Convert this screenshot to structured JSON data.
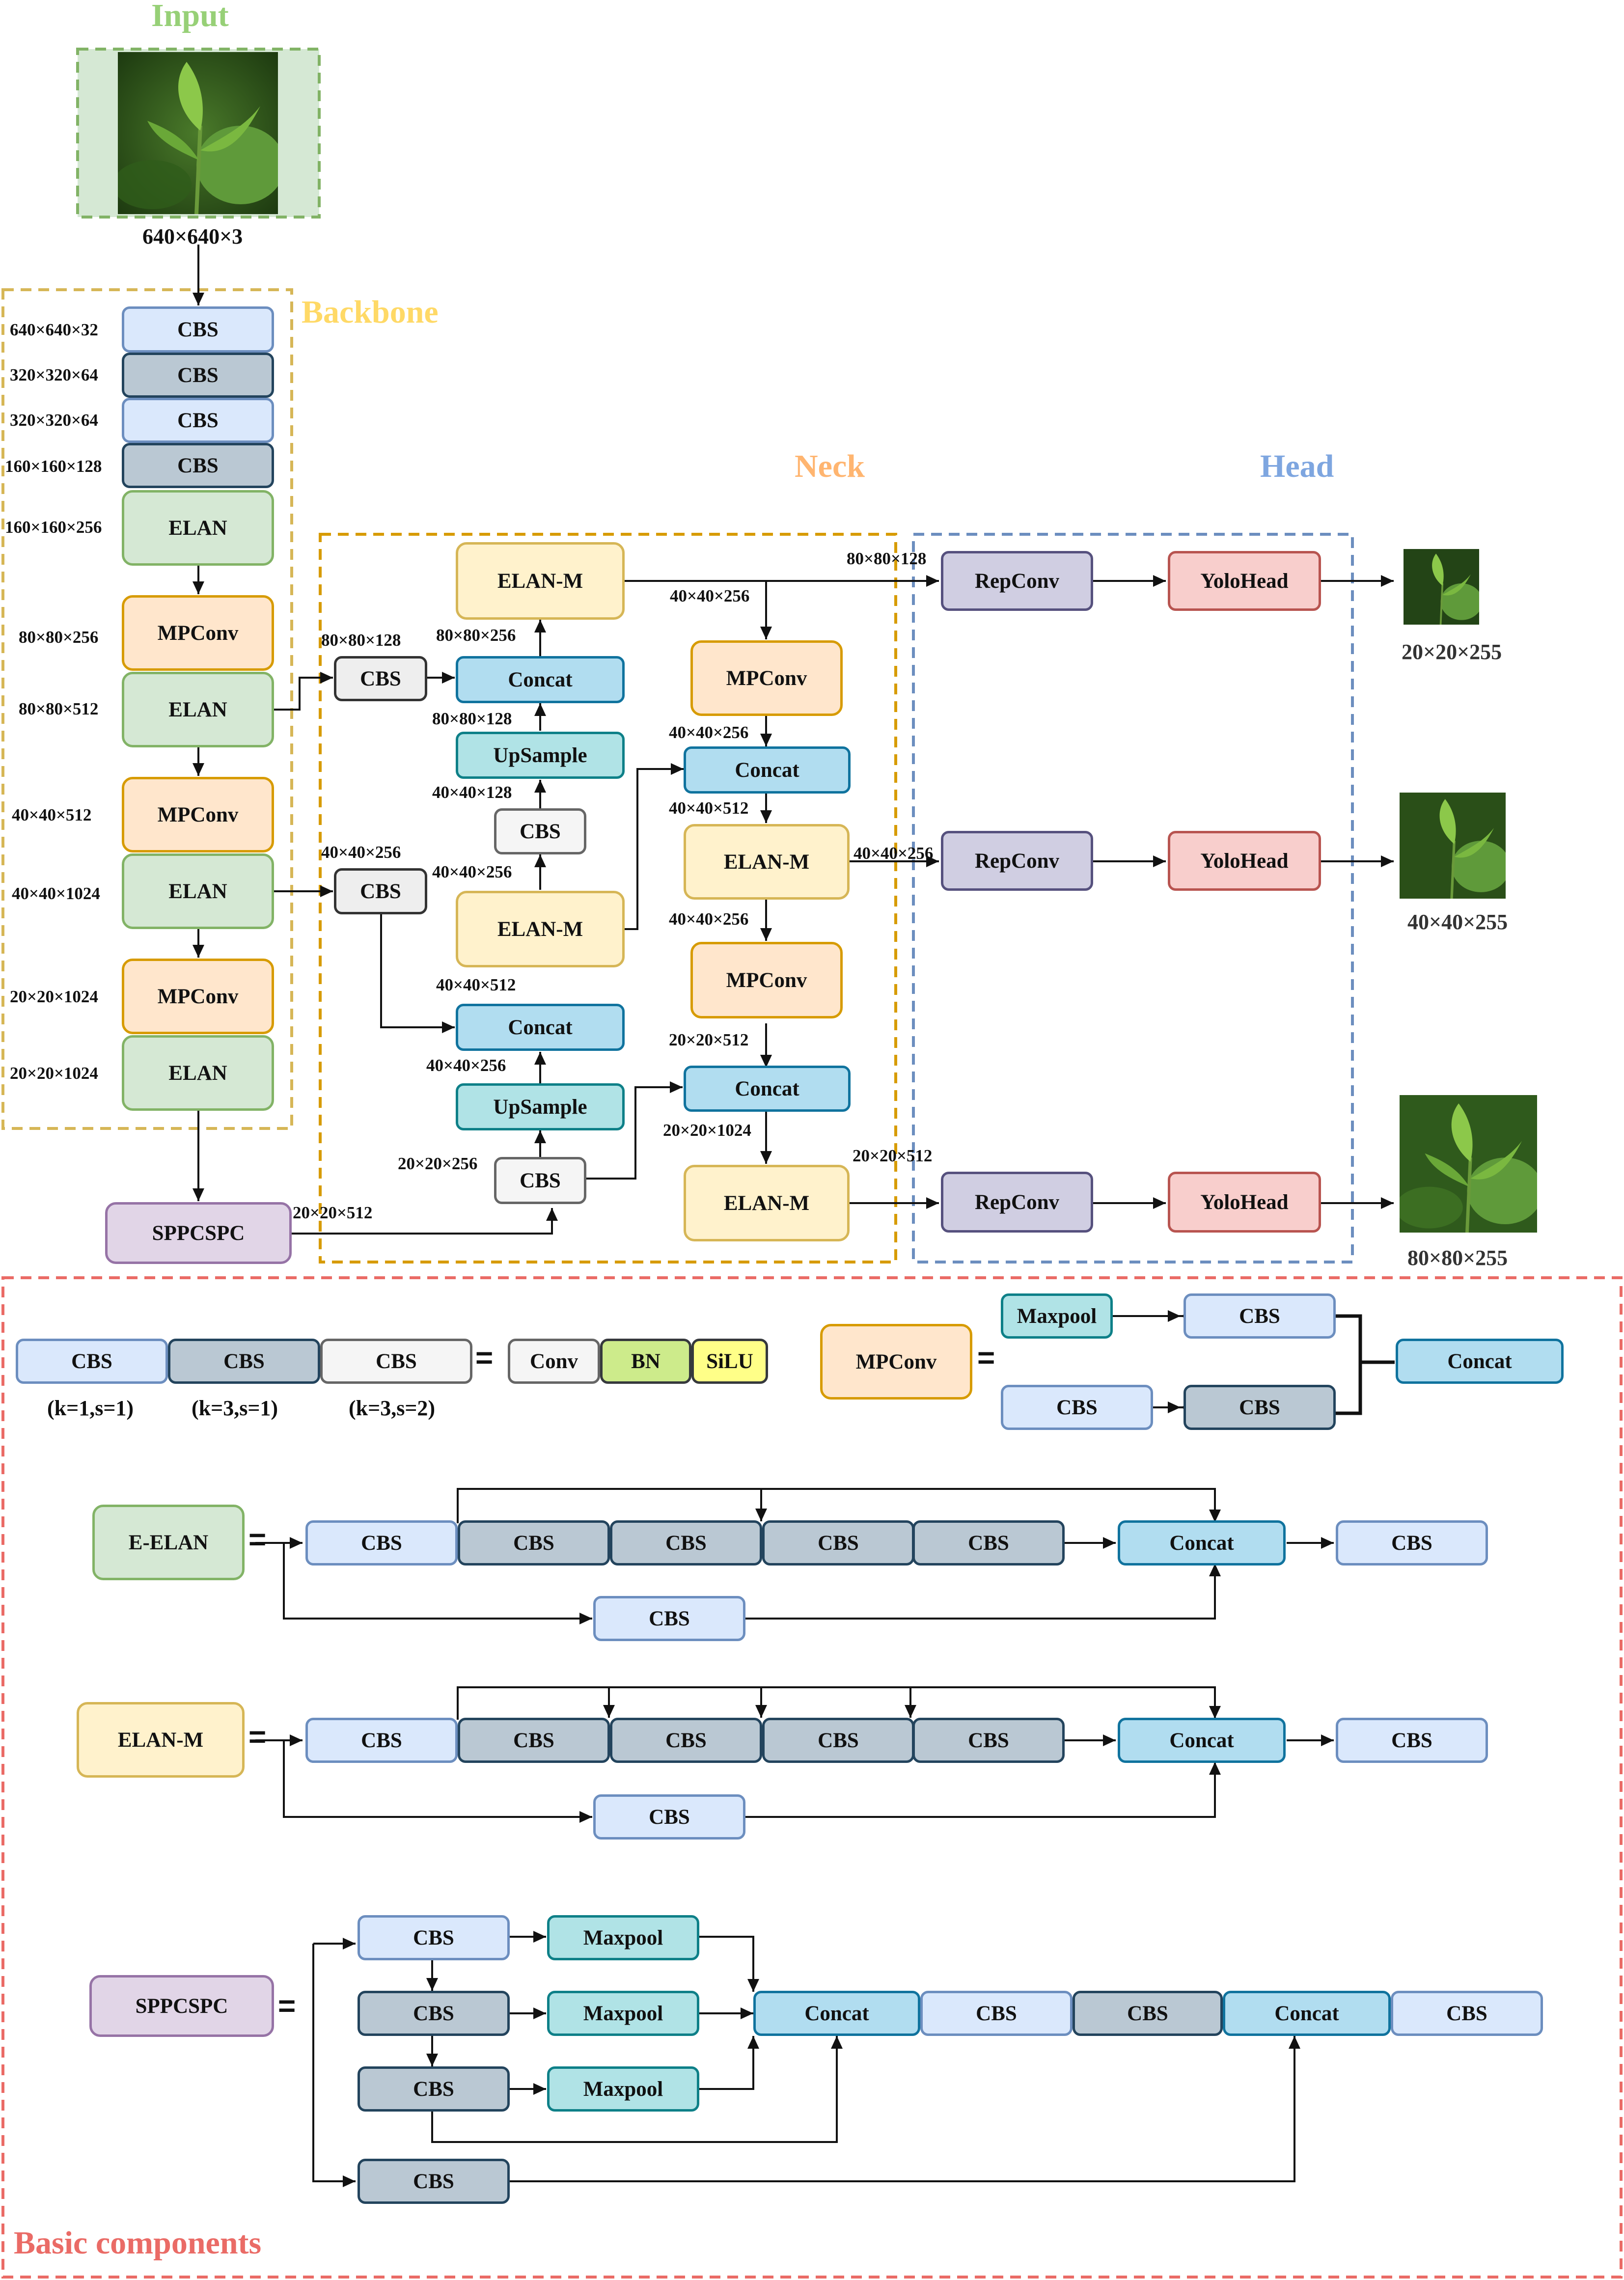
{
  "sections": {
    "input": "Input",
    "backbone": "Backbone",
    "neck": "Neck",
    "head": "Head",
    "basic": "Basic components"
  },
  "colors": {
    "input": "#97d077",
    "backbone": "#ffd966",
    "neck": "#ffb570",
    "head": "#7ea6e0",
    "basic": "#ea6b66"
  },
  "input": {
    "image": "tea-leaf-photo",
    "dims": "640×640×3"
  },
  "backbone": {
    "blocks": [
      {
        "label": "CBS",
        "dims": "640×640×32"
      },
      {
        "label": "CBS",
        "dims": "320×320×64"
      },
      {
        "label": "CBS",
        "dims": "320×320×64"
      },
      {
        "label": "CBS",
        "dims": "160×160×128"
      },
      {
        "label": "ELAN",
        "dims": "160×160×256"
      },
      {
        "label": "MPConv",
        "dims": "80×80×256"
      },
      {
        "label": "ELAN",
        "dims": "80×80×512"
      },
      {
        "label": "MPConv",
        "dims": "40×40×512"
      },
      {
        "label": "ELAN",
        "dims": "40×40×1024"
      },
      {
        "label": "MPConv",
        "dims": "20×20×1024"
      },
      {
        "label": "ELAN",
        "dims": "20×20×1024"
      }
    ],
    "sppcspc": {
      "label": "SPPCSPC",
      "dims": "20×20×512"
    }
  },
  "neck": {
    "cbs_a": "CBS",
    "cbs_a_dims": "80×80×128",
    "concat_a": "Concat",
    "concat_a_dims": "80×80×256",
    "elanm_a": "ELAN-M",
    "elanm_a_dims": "80×80×128",
    "upsample_a": "UpSample",
    "upsample_a_dims": "80×80×128",
    "cbs_b": "CBS",
    "cbs_b_dims": "40×40×128",
    "cbs_c": "CBS",
    "cbs_c_dims": "40×40×256",
    "elanm_b": "ELAN-M",
    "elanm_b_dims": "40×40×256",
    "concat_b": "Concat",
    "concat_b_dims": "40×40×512",
    "upsample_b": "UpSample",
    "upsample_b_dims": "40×40×256",
    "cbs_d": "CBS",
    "cbs_d_dims": "20×20×256",
    "mpconv_a": "MPConv",
    "mpconv_a_dims": "40×40×256",
    "concat_c": "Concat",
    "concat_c_dims": "40×40×512",
    "elanm_c": "ELAN-M",
    "elanm_c_dims": "40×40×256",
    "mpconv_b": "MPConv",
    "mpconv_b_dims": "20×20×512",
    "concat_d": "Concat",
    "concat_d_dims": "20×20×1024",
    "elanm_d": "ELAN-M"
  },
  "head": {
    "rows": [
      {
        "rep": "RepConv",
        "yolo": "YoloHead",
        "in_dims": "80×80×128",
        "out_dims": "20×20×255"
      },
      {
        "rep": "RepConv",
        "yolo": "YoloHead",
        "in_dims": "40×40×256",
        "out_dims": "40×40×255"
      },
      {
        "rep": "RepConv",
        "yolo": "YoloHead",
        "in_dims": "20×20×512",
        "out_dims": "80×80×255"
      }
    ]
  },
  "basic": {
    "cbs": [
      "CBS",
      "CBS",
      "CBS"
    ],
    "cbs_params": [
      "(k=1,s=1)",
      "(k=3,s=1)",
      "(k=3,s=2)"
    ],
    "conv": "Conv",
    "bn": "BN",
    "silu": "SiLU",
    "mpconv": {
      "name": "MPConv",
      "maxpool": "Maxpool",
      "cbs": "CBS",
      "concat": "Concat"
    },
    "eelan": {
      "name": "E-ELAN",
      "cbs": "CBS",
      "concat": "Concat"
    },
    "elanm": {
      "name": "ELAN-M",
      "cbs": "CBS",
      "concat": "Concat"
    },
    "sppcspc": {
      "name": "SPPCSPC",
      "cbs": "CBS",
      "maxpool": "Maxpool",
      "concat": "Concat"
    },
    "equals": "="
  }
}
